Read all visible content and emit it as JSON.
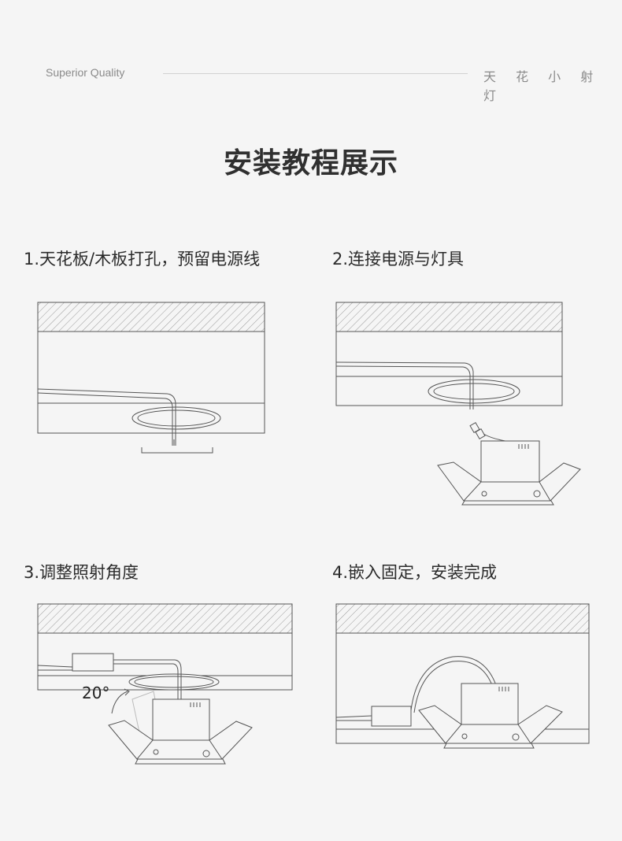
{
  "header": {
    "tagline": "Superior Quality",
    "brand": "天 花 小 射 灯"
  },
  "title": "安装教程展示",
  "steps": [
    {
      "label": "1.天花板/木板打孔，预留电源线"
    },
    {
      "label": "2.连接电源与灯具"
    },
    {
      "label": "3.调整照射角度",
      "angle_label": "20°"
    },
    {
      "label": "4.嵌入固定，安装完成"
    }
  ],
  "colors": {
    "background": "#f5f5f5",
    "line": "#555555",
    "text": "#333333"
  }
}
